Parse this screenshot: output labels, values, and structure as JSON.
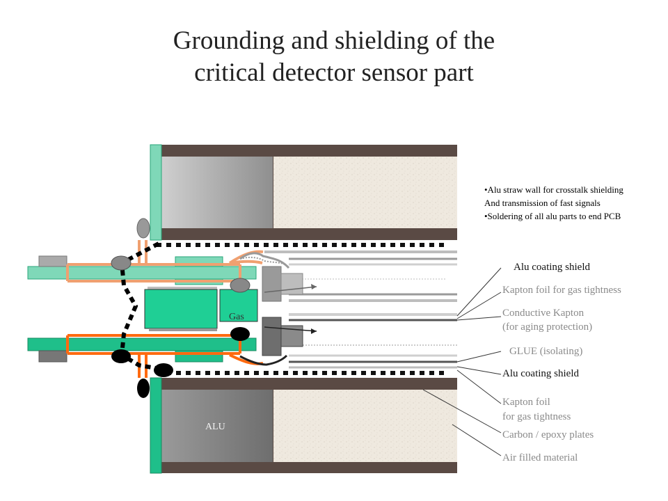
{
  "title": {
    "line1": "Grounding and shielding of the",
    "line2": "critical detector sensor part"
  },
  "notes": [
    "•Alu straw wall for crosstalk shielding",
    " And transmission  of fast signals",
    "•Soldering of all alu parts to end PCB"
  ],
  "labels": {
    "alu_coating_top": "Alu coating shield",
    "kapton_gas_top": "Kapton foil for gas tightness",
    "conductive_kapton": "Conductive Kapton",
    "aging_protection": "(for aging protection)",
    "glue": "GLUE (isolating)",
    "alu_coating_bottom": "Alu coating shield",
    "kapton_foil": "Kapton foil",
    "for_gas_tightness": "for gas tightness",
    "carbon_epoxy": "Carbon / epoxy plates",
    "air_filled": "Air filled material",
    "gas": "Gas",
    "alu": "ALU"
  },
  "colors": {
    "frame_brown": "#5a4a44",
    "alu_gray": "#a8a8a8",
    "air_filled": "#efe9df",
    "pcb_green": "#7fd8b8",
    "chip_green": "#1fcf95",
    "dark_green": "#2aa67a",
    "wire_light_orange": "#f0a070",
    "wire_orange": "#ff6a10"
  }
}
